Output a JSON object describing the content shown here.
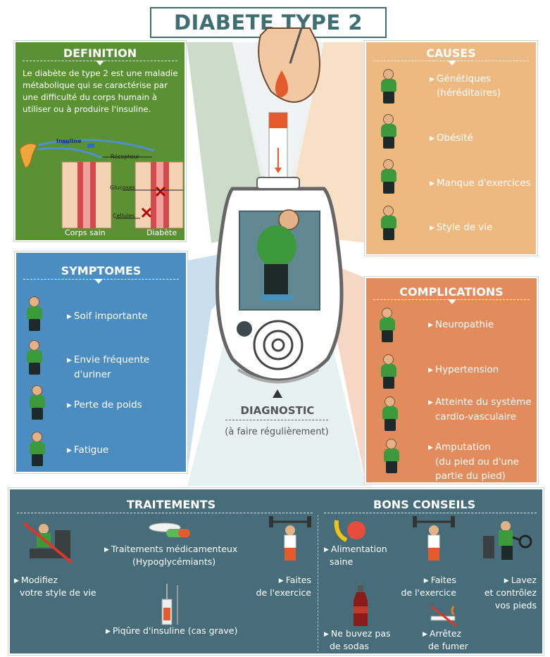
{
  "title": "DIABETE TYPE 2",
  "colors": {
    "definition": "#5a9132",
    "symptoms": "#4b8dc1",
    "causes": "#edb981",
    "complications": "#e28b5c",
    "bottom": "#486d7a",
    "title": "#406f73"
  },
  "definition": {
    "title": "DEFINITION",
    "text": "Le diabète de type 2 est une maladie métabolique qui se caractérise par une difficulté du corps humain à utiliser ou à produire l'insuline.",
    "labels": {
      "insuline": "Insuline",
      "recepteur": "Récepteur",
      "glucoses": "Glucoses",
      "cellules": "Cellules",
      "corps_sain": "Corps sain",
      "diabete": "Diabète"
    }
  },
  "symptoms": {
    "title": "SYMPTOMES",
    "items": [
      "Soif importante",
      "Envie fréquente",
      "d'uriner",
      "Perte de poids",
      "Fatigue"
    ]
  },
  "causes": {
    "title": "CAUSES",
    "items": [
      "Génétiques",
      "(héréditaires)",
      "Obésité",
      "Manque d'exercices",
      "Style de vie"
    ]
  },
  "complications": {
    "title": "COMPLICATIONS",
    "items": [
      "Neuropathie",
      "Hypertension",
      "Atteinte du système",
      "cardio-vasculaire",
      "Amputation",
      "(du pied ou d'une",
      "partie du pied)"
    ]
  },
  "diagnostic": {
    "title": "DIAGNOSTIC",
    "subtitle": "(à faire régulièrement)"
  },
  "treatments": {
    "title": "TRAITEMENTS",
    "modify_1": "Modifiez",
    "modify_2": "votre style de vie",
    "meds_1": "Traitements médicamenteux",
    "meds_2": "(Hypoglycémiants)",
    "exercise_1": "Faites",
    "exercise_2": "de l'exercice",
    "insulin": "Piqûre d'insuline (cas grave)"
  },
  "advice": {
    "title": "BONS CONSEILS",
    "food_1": "Alimentation",
    "food_2": "saine",
    "exercise_1": "Faites",
    "exercise_2": "de l'exercice",
    "feet_1": "Lavez",
    "feet_2": "et contrôlez",
    "feet_3": "vos pieds",
    "soda_1": "Ne buvez pas",
    "soda_2": "de sodas",
    "smoke_1": "Arrêtez",
    "smoke_2": "de fumer"
  },
  "icons": [
    "finger-prick-icon",
    "blood-drop-icon",
    "test-strip-icon",
    "glucose-meter-icon",
    "pancreas-icon",
    "pill-icon",
    "syringe-icon",
    "dumbbell-icon",
    "soda-bottle-icon",
    "no-smoking-icon",
    "fruit-icon",
    "magnifier-icon"
  ]
}
